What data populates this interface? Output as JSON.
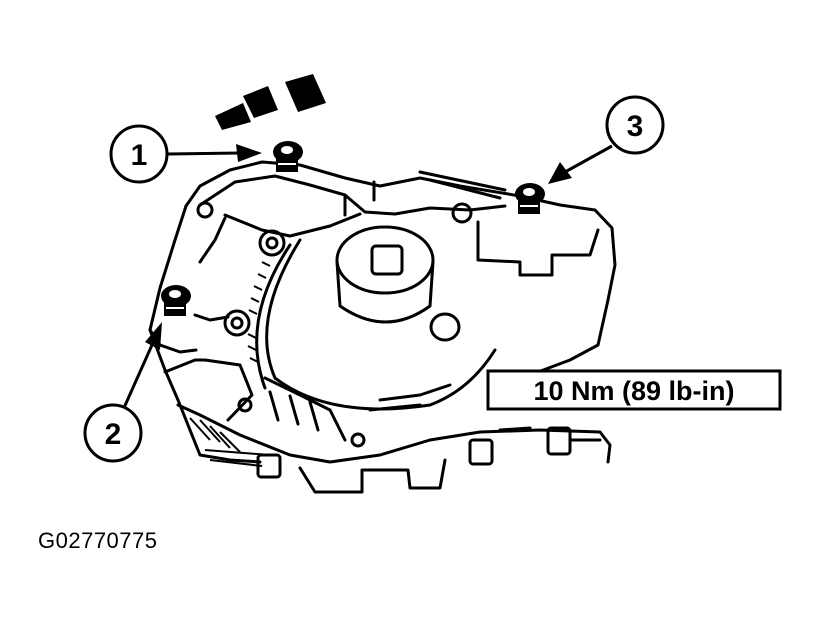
{
  "callouts": [
    {
      "number": "1"
    },
    {
      "number": "2"
    },
    {
      "number": "3"
    }
  ],
  "torque_label": "10 Nm (89 lb-in)",
  "figure_id": "G02770775",
  "colors": {
    "line": "#000000",
    "background": "#ffffff"
  },
  "illustration": "pump-housing-bolt-torque-icon"
}
